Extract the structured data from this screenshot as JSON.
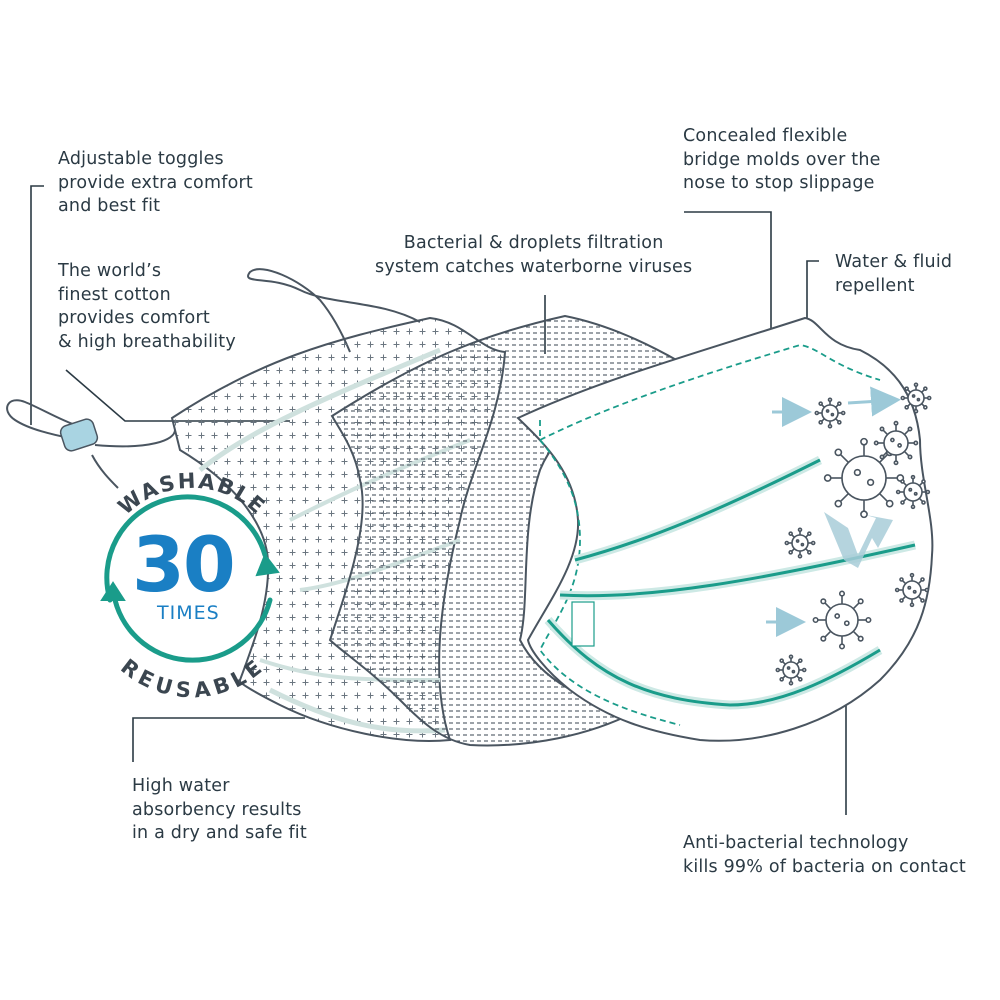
{
  "callouts": {
    "toggles": "Adjustable toggles\nprovide extra comfort\nand best fit",
    "cotton": "The world’s\nfinest cotton\nprovides comfort\n& high breathability",
    "filtration": "Bacterial & droplets filtration\nsystem catches waterborne viruses",
    "bridge": "Concealed flexible\nbridge molds over the\nnose to stop slippage",
    "repellent": "Water & fluid\nrepellent",
    "absorbency": "High water\nabsorbency results\nin a dry and safe fit",
    "antibacterial": "Anti-bacterial technology\nkills 99% of bacteria on contact"
  },
  "badge": {
    "top_word": "WASHABLE",
    "bottom_word": "REUSABLE",
    "number": "30",
    "unit": "TIMES"
  },
  "colors": {
    "outline": "#4a5560",
    "teal": "#1a9c8a",
    "light_teal": "#a8d8d3",
    "blue": "#1a7fc4",
    "arrow_blue": "#9cc9d8",
    "text": "#2b3a44"
  },
  "icons": [
    "virus-icon",
    "airflow-arrow-icon",
    "toggle-icon",
    "circular-arrow-icon"
  ]
}
